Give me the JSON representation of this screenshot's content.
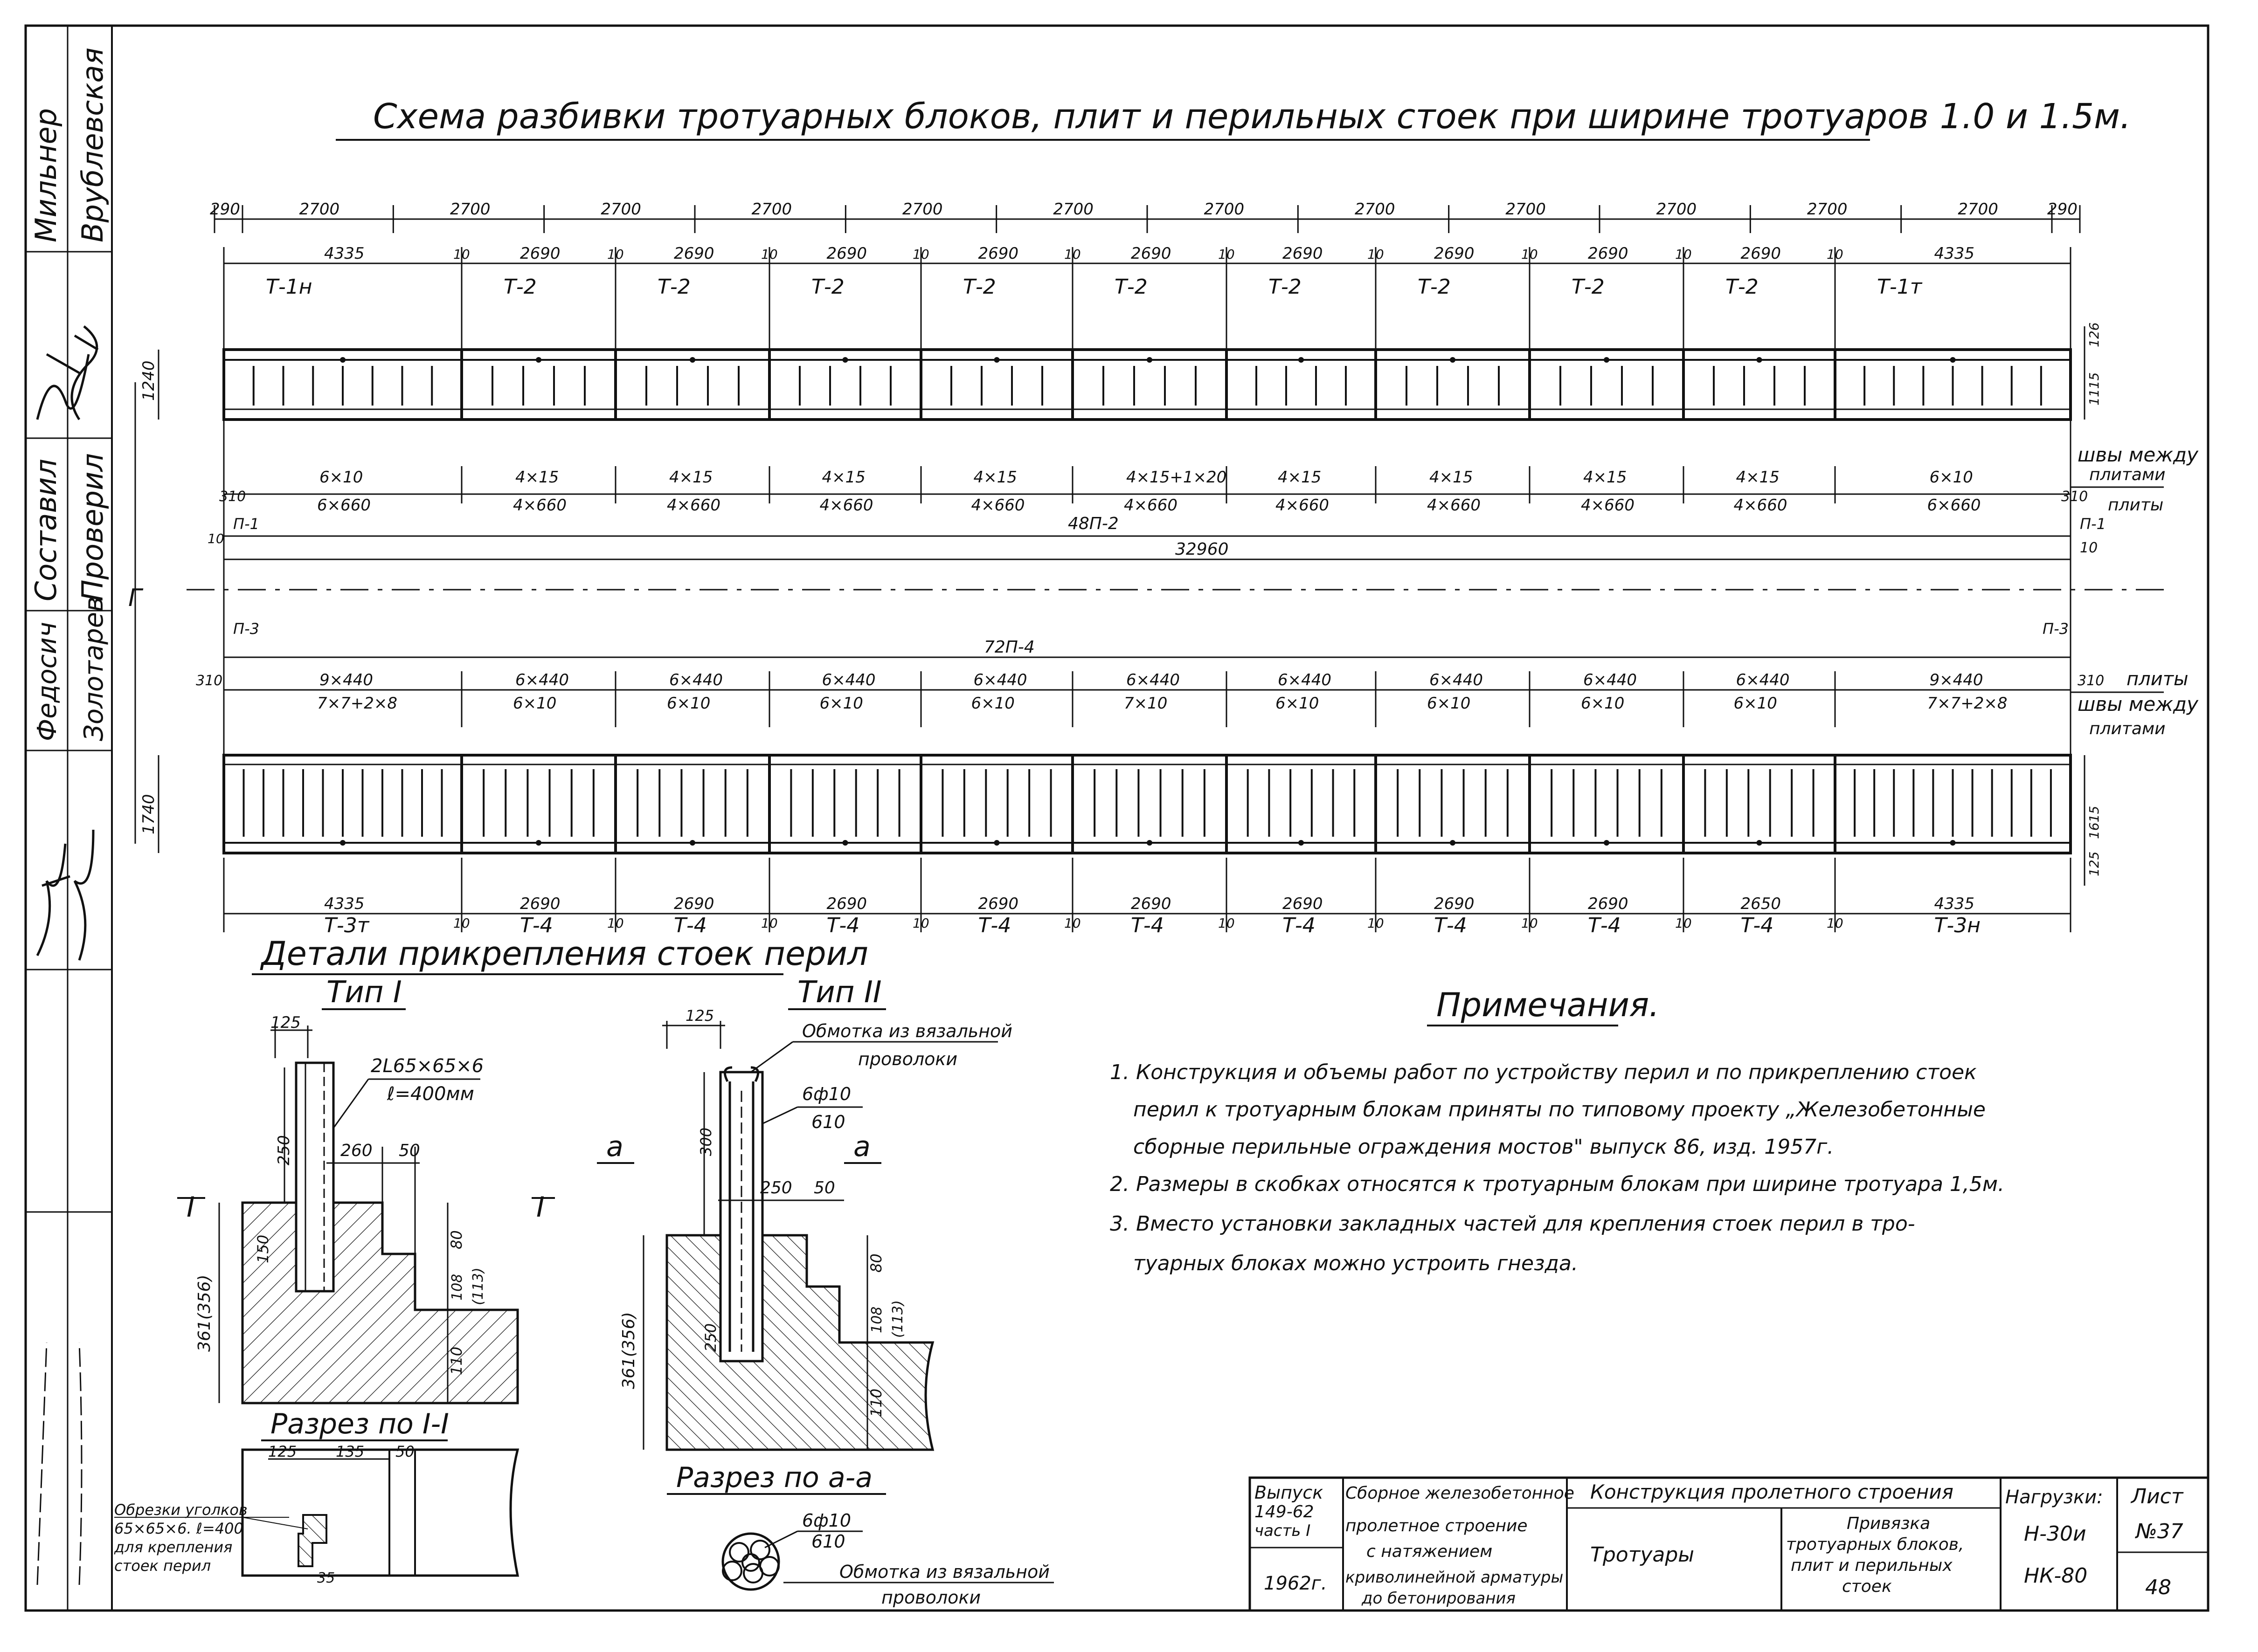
{
  "title": "Схема разбивки тротуарных блоков, плит и перильных стоек при ширине тротуаров 1.0 и 1.5м.",
  "stamp": {
    "names": [
      "Мильнер",
      "Врублевская",
      "Составил",
      "Проверил",
      "Федосич",
      "Золотарев"
    ]
  },
  "top_row": {
    "spans": [
      "290",
      "2700",
      "2700",
      "2700",
      "2700",
      "2700",
      "2700",
      "2700",
      "2700",
      "2700",
      "2700",
      "2700",
      "2700",
      "290"
    ],
    "blocks": [
      {
        "len": "4335",
        "label": "Т-1н"
      },
      {
        "len": "2690",
        "label": "Т-2"
      },
      {
        "len": "2690",
        "label": "Т-2"
      },
      {
        "len": "2690",
        "label": "Т-2"
      },
      {
        "len": "2690",
        "label": "Т-2"
      },
      {
        "len": "2690",
        "label": "Т-2"
      },
      {
        "len": "2690",
        "label": "Т-2"
      },
      {
        "len": "2690",
        "label": "Т-2"
      },
      {
        "len": "2690",
        "label": "Т-2"
      },
      {
        "len": "2690",
        "label": "Т-2"
      },
      {
        "len": "4335",
        "label": "Т-1т"
      }
    ],
    "gap": "10",
    "height_left": "1240",
    "height_right": [
      "126",
      "1115"
    ]
  },
  "slabs_top": {
    "a": [
      "6×10",
      "4×15",
      "4×15",
      "4×15",
      "4×15",
      "4×15+1×20",
      "4×15",
      "4×15",
      "4×15",
      "4×15",
      "6×10"
    ],
    "b": [
      "6×660",
      "4×660",
      "4×660",
      "4×660",
      "4×660",
      "4×660",
      "4×660",
      "4×660",
      "4×660",
      "4×660",
      "6×660"
    ],
    "end_left": "310",
    "end_right": "310",
    "p1_left": "П-1",
    "p1_right": "П-1",
    "count": "48П-2",
    "total": "32960",
    "ten_left": "10",
    "ten_right": "10",
    "note1": "швы между",
    "note2": "плитами",
    "note3": "плиты"
  },
  "axis_label": "Г",
  "slabs_bottom": {
    "p3_left": "П-3",
    "p3_right": "П-3",
    "count": "72П-4",
    "a": [
      "9×440",
      "6×440",
      "6×440",
      "6×440",
      "6×440",
      "6×440",
      "6×440",
      "6×440",
      "6×440",
      "6×440",
      "9×440"
    ],
    "b": [
      "7×7+2×8",
      "6×10",
      "6×10",
      "6×10",
      "6×10",
      "7×10",
      "6×10",
      "6×10",
      "6×10",
      "6×10",
      "7×7+2×8"
    ],
    "end_left": "310",
    "end_right": "310",
    "note1": "плиты",
    "note2": "швы между",
    "note3": "плитами"
  },
  "bottom_row": {
    "blocks": [
      {
        "len": "4335",
        "label": "Т-3т"
      },
      {
        "len": "2690",
        "label": "Т-4"
      },
      {
        "len": "2690",
        "label": "Т-4"
      },
      {
        "len": "2690",
        "label": "Т-4"
      },
      {
        "len": "2690",
        "label": "Т-4"
      },
      {
        "len": "2690",
        "label": "Т-4"
      },
      {
        "len": "2690",
        "label": "Т-4"
      },
      {
        "len": "2690",
        "label": "Т-4"
      },
      {
        "len": "2690",
        "label": "Т-4"
      },
      {
        "len": "2650",
        "label": "Т-4"
      },
      {
        "len": "4335",
        "label": "Т-3н"
      }
    ],
    "gap": "10",
    "height_left": "1740",
    "height_right": [
      "1615",
      "125"
    ]
  },
  "details": {
    "title": "Детали прикрепления стоек перил",
    "type1": {
      "title": "Тип I",
      "d125": "125",
      "angle": "2L65×65×6",
      "length": "ℓ=400мм",
      "d250": "250",
      "d260": "260",
      "d50": "50",
      "d150": "150",
      "d80": "80",
      "d108": "108",
      "d113": "(113)",
      "d110": "110",
      "d361": "361(356)",
      "mark": "I",
      "section": "Разрез по I-I"
    },
    "type2": {
      "title": "Тип II",
      "wrap1": "Обмотка из вязальной",
      "wrap2": "проволоки",
      "bar": "6ф10",
      "barlen": "610",
      "d125": "125",
      "d300": "300",
      "d250a": "250",
      "d50": "50",
      "d80": "80",
      "d108": "108",
      "d113": "(113)",
      "d110": "110",
      "d250": "250",
      "d361": "361(356)",
      "mark": "а",
      "section": "Разрез по а-а"
    },
    "section1": {
      "d125": "125",
      "d135": "135",
      "d50": "50",
      "d35": "35",
      "note": [
        "Обрезки уголков",
        "65×65×6. ℓ=400",
        "для крепления",
        "стоек перил"
      ]
    },
    "section2": {
      "bar": "6ф10",
      "barlen": "610",
      "wrap1": "Обмотка из вязальной",
      "wrap2": "проволоки"
    }
  },
  "notes": {
    "title": "Примечания.",
    "lines": [
      "1. Конструкция и объемы работ по устройству перил и по прикреплению стоек",
      "перил к тротуарным блокам приняты по типовому проекту „Железобетонные",
      "сборные перильные ограждения мостов\" выпуск 86, изд. 1957г.",
      "2. Размеры в скобках относятся к тротуарным блокам при ширине тротуара 1,5м.",
      "3. Вместо установки закладных частей для крепления стоек перил в тро-",
      "туарных блоках можно устроить гнезда."
    ]
  },
  "titleblock": {
    "issue": [
      "Выпуск",
      "149-62",
      "часть I"
    ],
    "year": "1962г.",
    "project": [
      "Сборное железобетонное",
      "пролетное строение",
      "с натяжением",
      "криволинейной арматуры",
      "до бетонирования"
    ],
    "construction": "Конструкция пролетного строения",
    "part": "Тротуары",
    "desc": [
      "Привязка",
      "тротуарных блоков,",
      "плит и перильных",
      "стоек"
    ],
    "load_label": "Нагрузки:",
    "load1": "Н-30и",
    "load2": "НК-80",
    "sheet_label": "Лист",
    "sheet": "№37",
    "page": "48"
  }
}
